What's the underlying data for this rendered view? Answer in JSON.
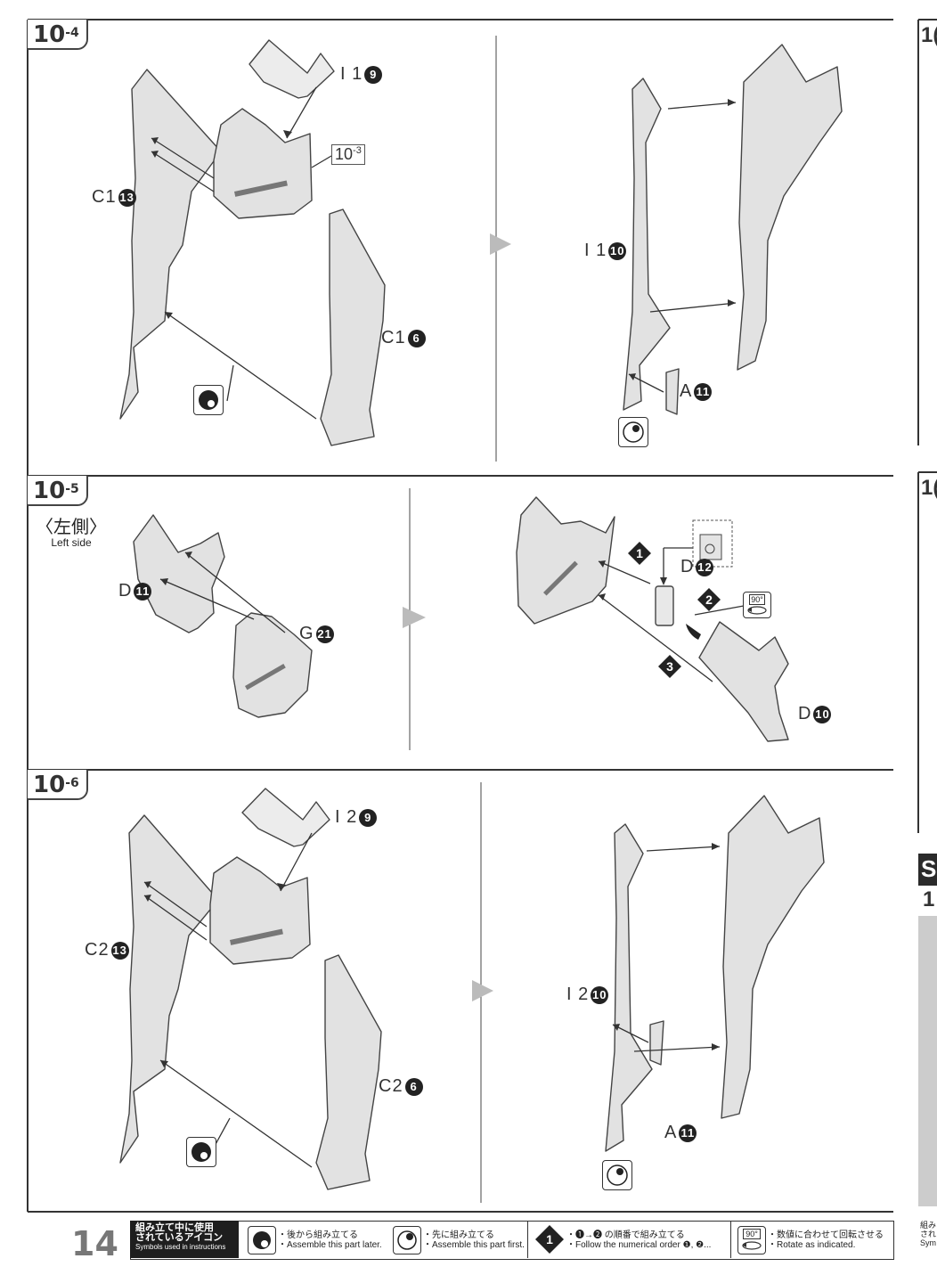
{
  "page_number": "14",
  "steps": {
    "s10_4": {
      "num": "10",
      "sub": "-4"
    },
    "s10_5": {
      "num": "10",
      "sub": "-5"
    },
    "s10_6": {
      "num": "10",
      "sub": "-6"
    }
  },
  "side_label": {
    "jp": "〈左側〉",
    "en": "Left side"
  },
  "parts": {
    "i1_9": "I 1",
    "i1_9n": "9",
    "ref10_3": "10",
    "ref10_3_sub": "-3",
    "c1_13": "C1",
    "c1_13n": "13",
    "c1_6": "C1",
    "c1_6n": "6",
    "i1_10": "I 1",
    "i1_10n": "10",
    "a_11a": "A",
    "a_11an": "11",
    "d_11": "D",
    "d_11n": "11",
    "g_21": "G",
    "g_21n": "21",
    "d_12": "D",
    "d_12n": "12",
    "d_10": "D",
    "d_10n": "10",
    "i2_9": "I 2",
    "i2_9n": "9",
    "c2_13": "C2",
    "c2_13n": "13",
    "c2_6": "C2",
    "c2_6n": "6",
    "i2_10": "I 2",
    "i2_10n": "10",
    "a_11b": "A",
    "a_11bn": "11"
  },
  "order_marks": [
    "1",
    "2",
    "3"
  ],
  "rotate_label": "90°",
  "edge_fragments": {
    "top": "1(",
    "mid": "1(",
    "s": "S",
    "one": "1",
    "bottom_jp": "組み\nされ\nSym"
  },
  "footer": {
    "title_jp": "組み立て中に使用\nされているアイコン",
    "title_en": "Symbols used in instructions",
    "later_jp": "・後から組み立てる",
    "later_en": "・Assemble this part later.",
    "first_jp": "・先に組み立てる",
    "first_en": "・Assemble this part first.",
    "order_jp": "・❶→❷ の順番で組み立てる",
    "order_en": "・Follow the numerical order ❶, ❷...",
    "rotate_jp": "・数値に合わせて回転させる",
    "rotate_en": "・Rotate as indicated.",
    "icon_order_num": "1",
    "icon_rotate": "90°"
  }
}
